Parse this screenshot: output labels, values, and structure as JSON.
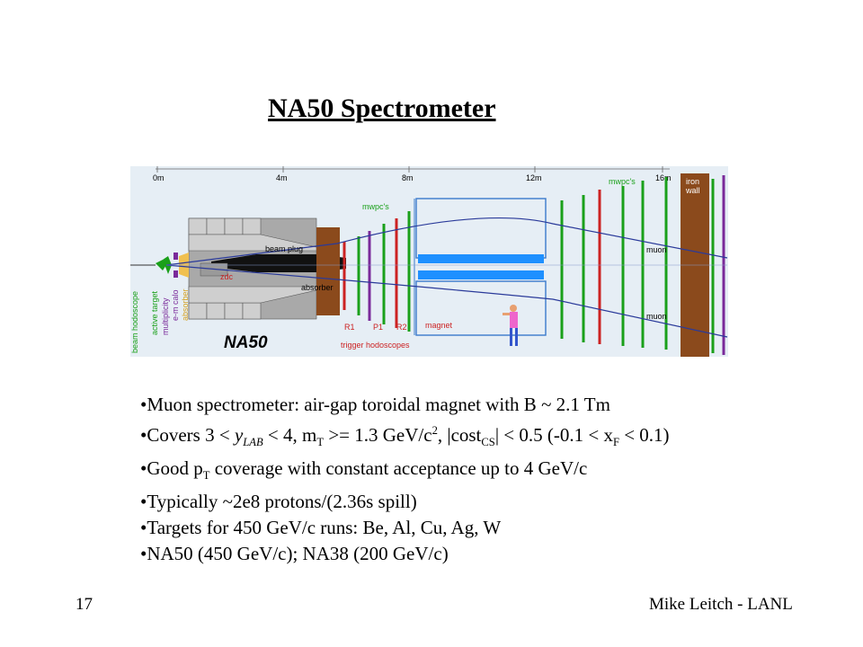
{
  "slide": {
    "title": "NA50 Spectrometer",
    "slide_number": "17",
    "author": "Mike Leitch - LANL"
  },
  "diagram": {
    "distance_marks": [
      "0m",
      "4m",
      "8m",
      "12m",
      "16m"
    ],
    "labels": {
      "mwpcs_left": "mwpc's",
      "mwpcs_right": "mwpc's",
      "iron_wall_1": "iron",
      "iron_wall_2": "wall",
      "beam_plug_1": "beam plug",
      "zdc": "zdc",
      "absorber": "absorber",
      "muon_top": "muon",
      "muon_bottom": "muon",
      "magnet": "magnet",
      "r1": "R1",
      "p1": "P1",
      "r2": "R2",
      "trigger_hodoscopes": "trigger hodoscopes",
      "logo": "NA50",
      "beam_hodoscope": "beam hodoscope",
      "active_target": "active target",
      "multiplicity": "multiplicity",
      "em_calo": "e-m calo",
      "absorber_small": "absorber"
    },
    "colors": {
      "background": "#e6eef5",
      "hadron_absorber": "#8b4a1c",
      "beam_plug": "#111111",
      "magnet_blue": "#1e90ff",
      "iron_wall": "#8b4a1c",
      "muon_track": "#2a3a9a",
      "chamber_green": "#1aa01a",
      "chamber_red": "#cc2222",
      "chamber_purple": "#7a2a9a",
      "label_green": "#1aa01a",
      "label_red": "#cc2222"
    }
  },
  "bullets": [
    {
      "parts": [
        {
          "t": "•Muon spectrometer: air-gap toroidal magnet with B ~ 2.1 Tm"
        }
      ]
    },
    {
      "parts": [
        {
          "t": "•Covers 3 < "
        },
        {
          "t": "y",
          "i": true
        },
        {
          "t": "LAB",
          "sub": true,
          "i": true
        },
        {
          "t": " < 4,  m"
        },
        {
          "t": "T",
          "sub": true
        },
        {
          "t": " >= 1.3 GeV/c"
        },
        {
          "t": "2",
          "sup": true
        },
        {
          "t": ",  |cost"
        },
        {
          "t": "CS",
          "sub": true
        },
        {
          "t": "| < 0.5 (-0.1 < x"
        },
        {
          "t": "F",
          "sub": true
        },
        {
          "t": " < 0.1)"
        }
      ]
    },
    {
      "parts": [
        {
          "t": "•Good p"
        },
        {
          "t": "T",
          "sub": true
        },
        {
          "t": " coverage with constant acceptance up to 4 GeV/c"
        }
      ]
    },
    {
      "parts": [
        {
          "t": "•Typically ~2e8 protons/(2.36s spill)"
        }
      ]
    },
    {
      "parts": [
        {
          "t": "•Targets for 450 GeV/c runs: Be, Al, Cu, Ag, W"
        }
      ]
    },
    {
      "parts": [
        {
          "t": "•NA50 (450 GeV/c); NA38 (200 GeV/c)"
        }
      ]
    }
  ]
}
